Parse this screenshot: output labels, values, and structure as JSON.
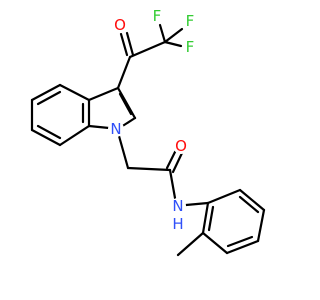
{
  "atoms": {
    "F1": {
      "symbol": "F",
      "color": "#33cc33"
    },
    "F2": {
      "symbol": "F",
      "color": "#33cc33"
    },
    "F3": {
      "symbol": "F",
      "color": "#33cc33"
    },
    "O1": {
      "symbol": "O",
      "color": "#ff0d0d"
    },
    "O2": {
      "symbol": "O",
      "color": "#ff0d0d"
    },
    "N1": {
      "symbol": "N",
      "color": "#3050f8"
    },
    "N2": {
      "symbol": "N",
      "color": "#3050f8"
    },
    "H1": {
      "symbol": "H",
      "color": "#3050f8"
    }
  }
}
